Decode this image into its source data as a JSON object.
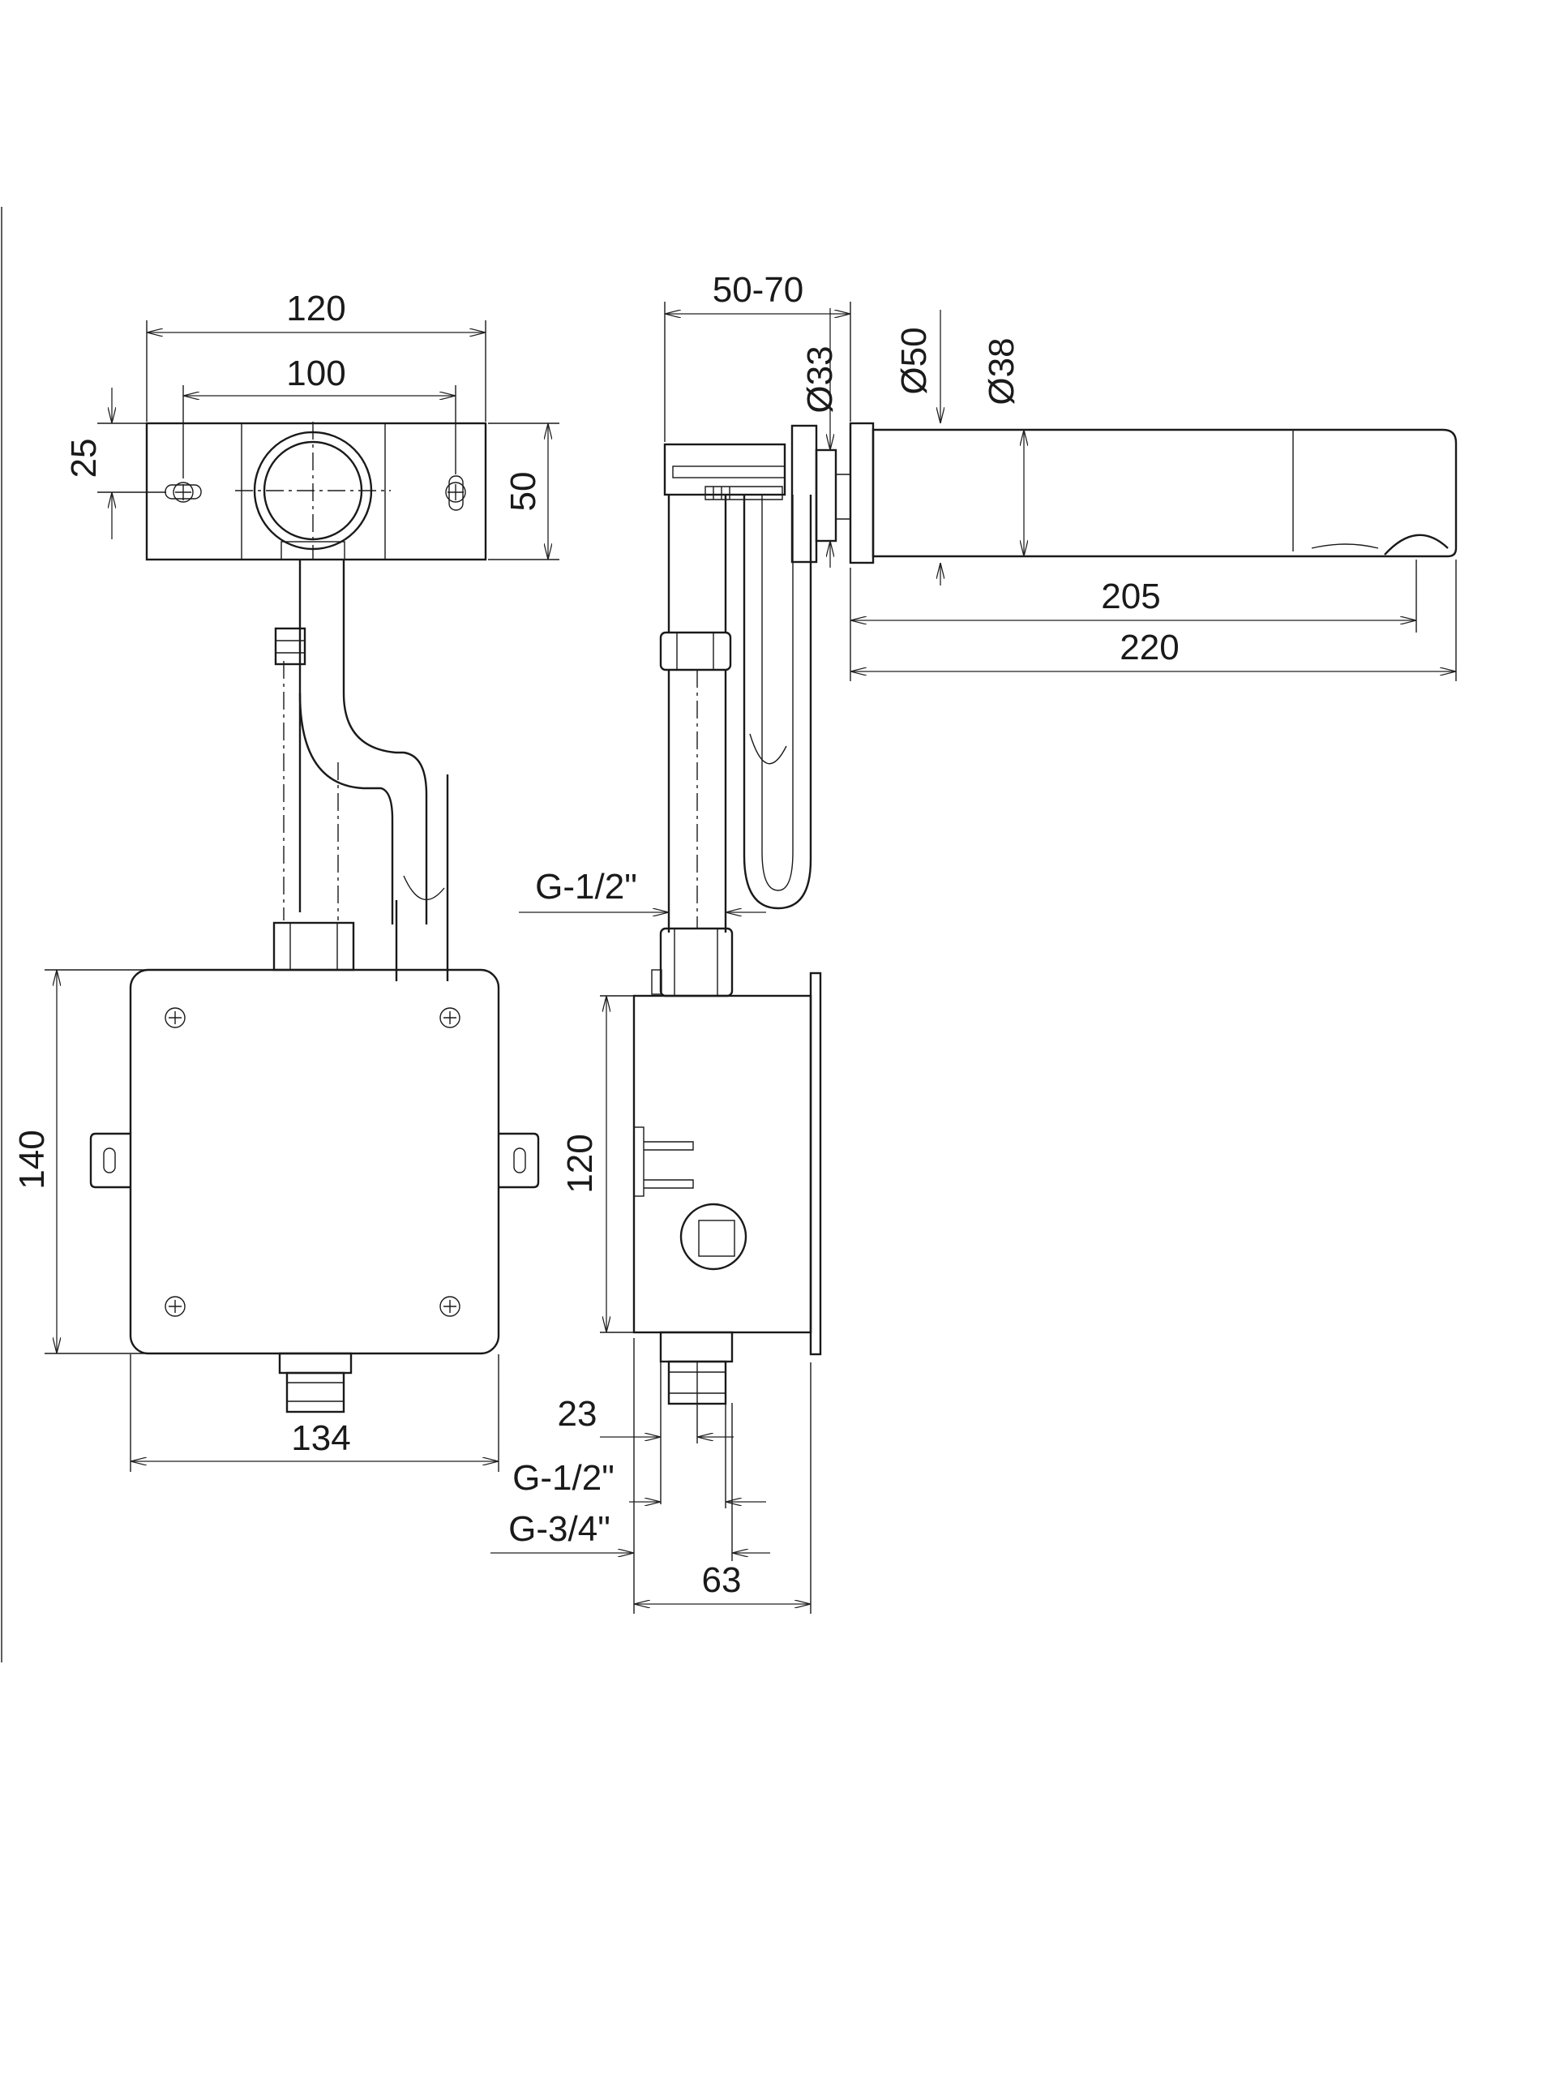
{
  "front_view": {
    "dim_width_outer": "120",
    "dim_width_holes": "100",
    "dim_plate_offset": "25",
    "dim_plate_height": "50",
    "dim_box_height": "140",
    "dim_box_width": "134"
  },
  "side_view": {
    "dim_wall_depth": "50-70",
    "dim_dia_33": "Ø33",
    "dim_dia_50": "Ø50",
    "dim_dia_38": "Ø38",
    "dim_spout_205": "205",
    "dim_spout_220": "220",
    "thread_upper": "G-1/2\"",
    "dim_box_height": "120",
    "dim_offset_23": "23",
    "thread_lower_1": "G-1/2\"",
    "thread_lower_2": "G-3/4\"",
    "dim_box_depth": "63"
  }
}
